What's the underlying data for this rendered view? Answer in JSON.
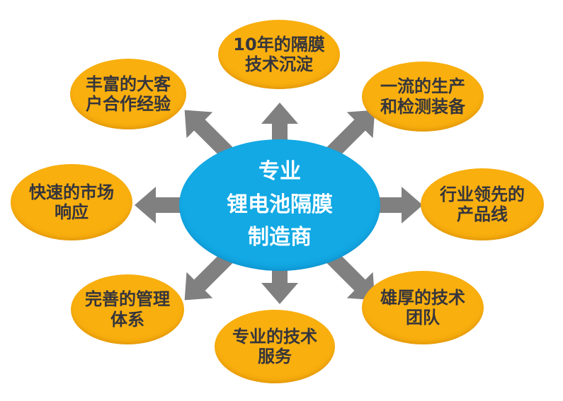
{
  "diagram": {
    "title_hidden": "",
    "center": {
      "line1": "专业",
      "line2": "锂电池隔膜",
      "line3": "制造商"
    },
    "nodes": {
      "top": {
        "line1": "10年的隔膜",
        "line2": "技术沉淀"
      },
      "top_right": {
        "line1": "一流的生产",
        "line2": "和检测装备"
      },
      "right": {
        "line1": "行业领先的",
        "line2": "产品线"
      },
      "bottom_right": {
        "line1": "雄厚的技术",
        "line2": "团队"
      },
      "bottom": {
        "line1": "专业的技术",
        "line2": "服务"
      },
      "bottom_left": {
        "line1": "完善的管理",
        "line2": "体系"
      },
      "left": {
        "line1": "快速的市场",
        "line2": "响应"
      },
      "top_left": {
        "line1": "丰富的大客",
        "line2": "户合作经验"
      }
    },
    "colors": {
      "background": "#FFFFFF",
      "center_fill": "#12A9E4",
      "center_text": "#FFFFFF",
      "node_fill": "#F9AF0E",
      "node_text": "#35353C",
      "arrow": "#808080"
    }
  }
}
